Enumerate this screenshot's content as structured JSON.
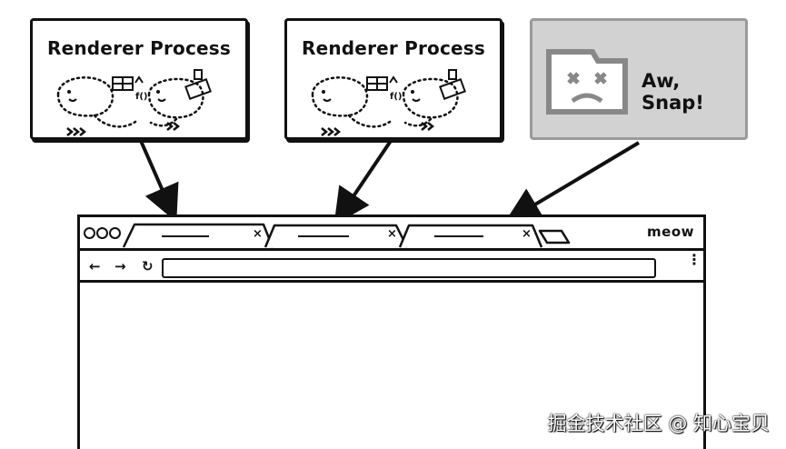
{
  "processes": [
    {
      "title": "Renderer Process"
    },
    {
      "title": "Renderer Process"
    }
  ],
  "crash": {
    "label": "Aw, Snap!"
  },
  "browser": {
    "brand": "meow",
    "tabs": [
      {
        "close": "×"
      },
      {
        "close": "×"
      },
      {
        "close": "×"
      }
    ],
    "nav": {
      "back": "←",
      "forward": "→",
      "reload": "↻",
      "menu": "⋮"
    }
  },
  "watermark": "掘金技术社区 @ 知心宝贝"
}
